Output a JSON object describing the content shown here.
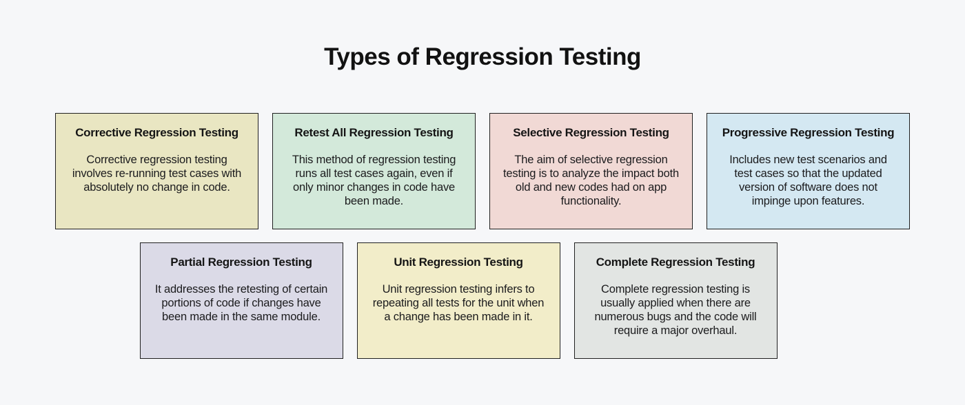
{
  "page": {
    "title": "Types of Regression Testing",
    "background_color": "#f6f7f9",
    "card_border_color": "#1f1f1f",
    "title_color": "#121212",
    "body_text_color": "#1b1b1d"
  },
  "cards": [
    {
      "title": "Corrective Regression Testing",
      "body": "Corrective regression testing involves re-running test cases with absolutely no change in code.",
      "bg": "#e9e6c2"
    },
    {
      "title": "Retest All Regression Testing",
      "body": "This method of regression testing runs all test cases again, even if only minor changes in code have been made.",
      "bg": "#d3e9da"
    },
    {
      "title": "Selective Regression Testing",
      "body": "The aim of selective regression testing is to analyze the impact both old and new codes had on app functionality.",
      "bg": "#f1d9d5"
    },
    {
      "title": "Progressive Regression Testing",
      "body": "Includes new test scenarios and test cases so that the updated version of software does not impinge upon features.",
      "bg": "#d4e8f2"
    },
    {
      "title": "Partial Regression Testing",
      "body": "It addresses the retesting of certain portions of code if changes have been made in the same module.",
      "bg": "#dbdae7"
    },
    {
      "title": "Unit Regression Testing",
      "body": "Unit regression testing infers to repeating all tests for the unit when a change has been made in it.",
      "bg": "#f2edc9"
    },
    {
      "title": "Complete Regression Testing",
      "body": "Complete regression testing is usually applied when there are numerous bugs and the code will require a major overhaul.",
      "bg": "#e2e5e3"
    }
  ]
}
